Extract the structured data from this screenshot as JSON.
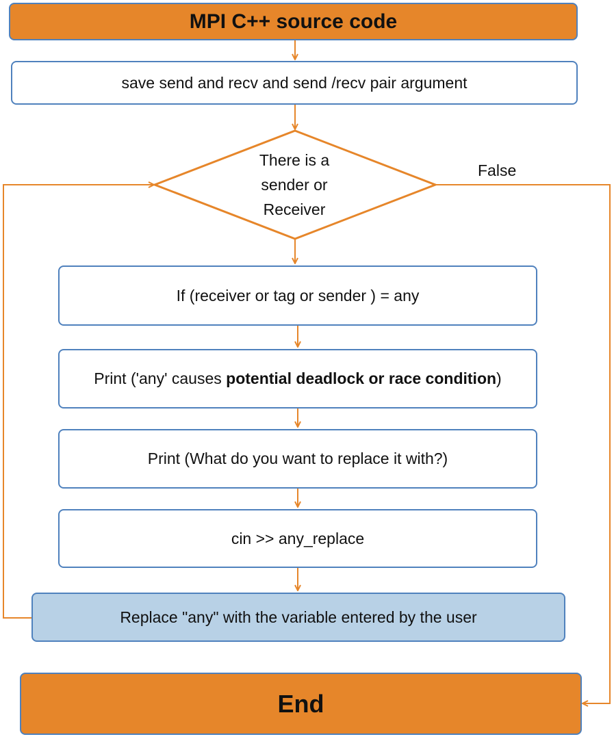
{
  "diagram": {
    "start": "MPI C++ source code",
    "save_step": "save send and recv and  send /recv pair argument",
    "decision": {
      "line1": "There is a",
      "line2": "sender or",
      "line3": "Receiver"
    },
    "false_label": "False",
    "if_step": "If (receiver or  tag or sender ) = any",
    "print_warning": {
      "prefix": "Print ('any' causes ",
      "emphasis": "potential deadlock or race condition",
      "suffix": ")"
    },
    "print_prompt": "Print (What do you want to replace it with?)",
    "cin_step": "cin >> any_replace",
    "replace_step": "Replace \"any\" with the variable entered by the user",
    "end": "End"
  },
  "colors": {
    "terminal_fill": "#e6862a",
    "box_border": "#4f81bd",
    "highlight_fill": "#b8d1e6",
    "arrow": "#e6862a"
  }
}
